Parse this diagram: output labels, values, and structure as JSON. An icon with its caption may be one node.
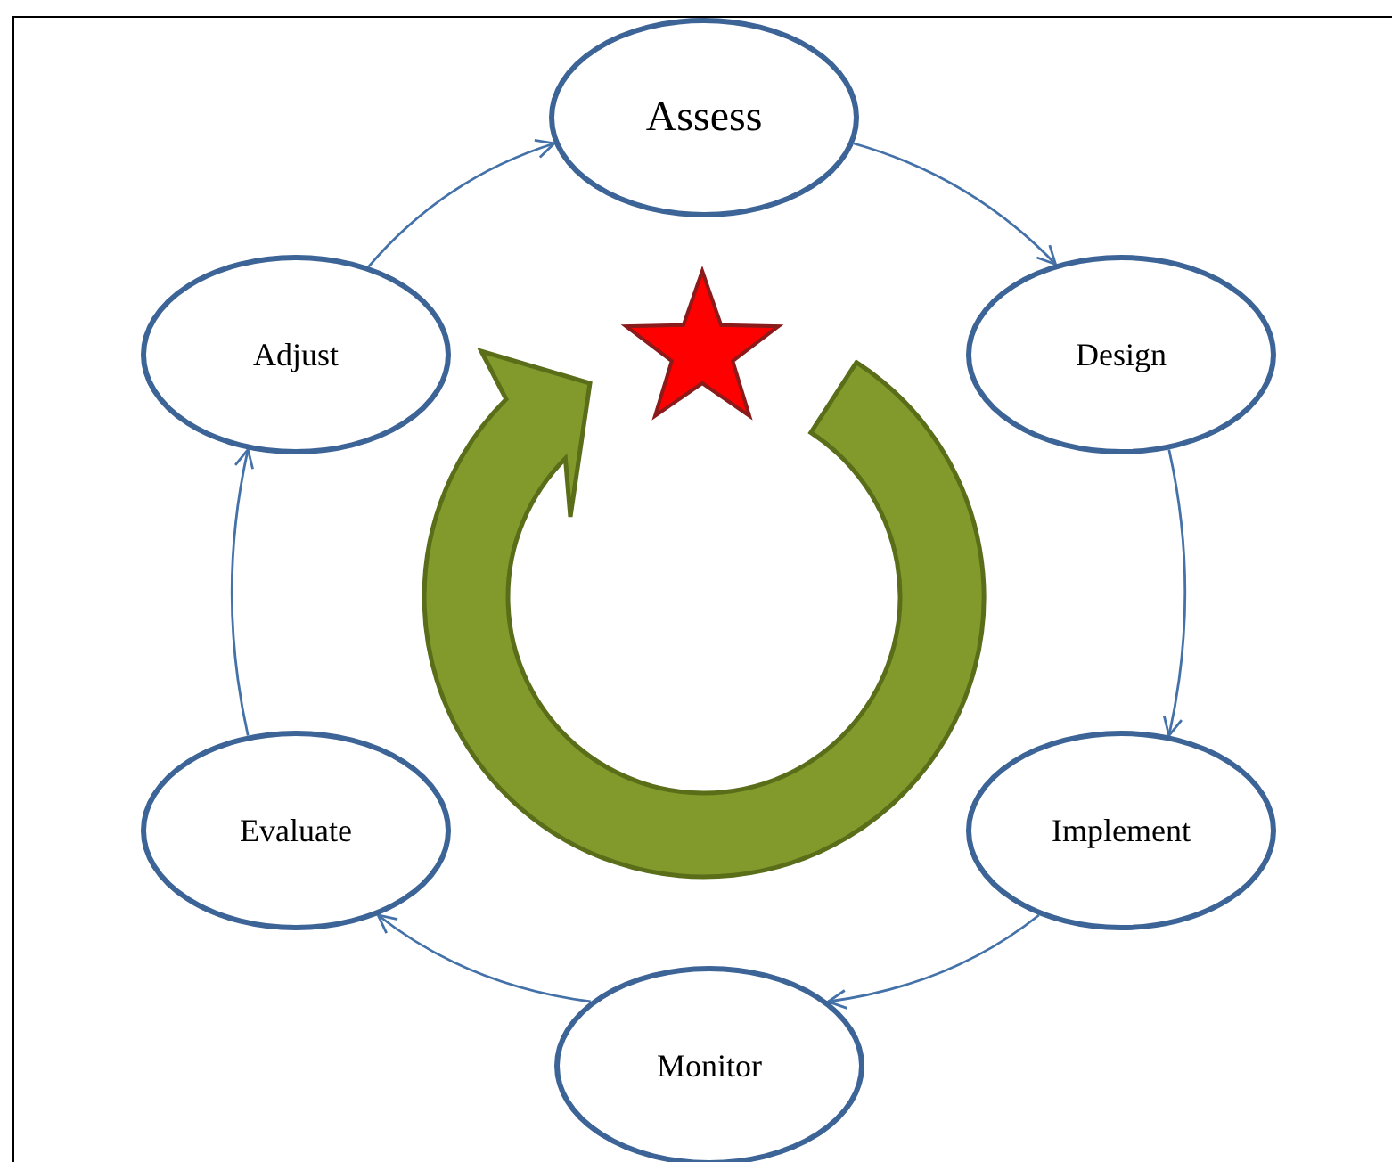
{
  "diagram": {
    "nodes": [
      {
        "text": [
          "Assess"
        ]
      },
      {
        "text": [
          "Design"
        ]
      },
      {
        "text": [
          "Implement"
        ]
      },
      {
        "text": [
          "Monitor"
        ]
      },
      {
        "text": [
          "Evaluate"
        ]
      },
      {
        "text": [
          "Adjust"
        ]
      }
    ],
    "edges": [
      {
        "from": 0,
        "to": 1,
        "arrow": "to"
      },
      {
        "from": 1,
        "to": 2,
        "arrow": "to"
      },
      {
        "from": 2,
        "to": 3,
        "arrow": "to"
      },
      {
        "from": 3,
        "to": 4,
        "arrow": "to"
      },
      {
        "from": 4,
        "to": 5,
        "arrow": "to"
      },
      {
        "from": 5,
        "to": 0,
        "arrow": "to"
      }
    ]
  }
}
